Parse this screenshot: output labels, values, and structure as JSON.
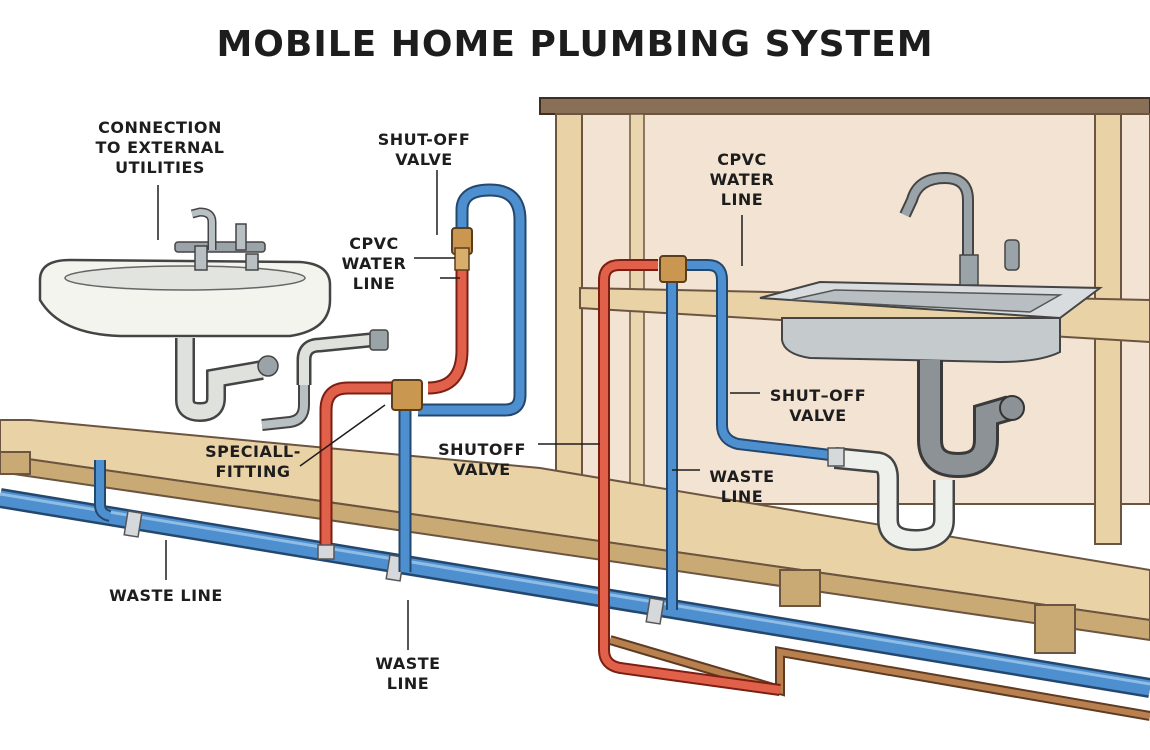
{
  "title": "MOBILE HOME PLUMBING SYSTEM",
  "labels": {
    "connection_utilities": [
      "CONNECTION",
      "TO EXTERNAL",
      "UTILITIES"
    ],
    "shutoff_valve_top": [
      "SHUT-OFF",
      "VALVE"
    ],
    "cpvc_left": [
      "CPVC",
      "WATER",
      "LINE"
    ],
    "cpvc_right": [
      "CPVC",
      "WATER",
      "LINE"
    ],
    "speciall_fitting": [
      "SPECIALL-",
      "FITTING"
    ],
    "shutoff_valve_mid": [
      "SHUTOFF",
      "VALVE"
    ],
    "shutoff_valve_right": [
      "SHUT–OFF",
      "VALVE"
    ],
    "waste_line_right": [
      "WASTE",
      "LINE"
    ],
    "waste_line_left": "WASTE LINE",
    "waste_line_bottom": [
      "WASTE",
      "LINE"
    ]
  },
  "colors": {
    "hot_pipe": "#e0604a",
    "cold_pipe": "#4d8fcf",
    "wood": "#e8d2a6",
    "wall": "#f3e3d2",
    "porcelain": "#f4f4ee",
    "steel": "#a9b1b6"
  }
}
